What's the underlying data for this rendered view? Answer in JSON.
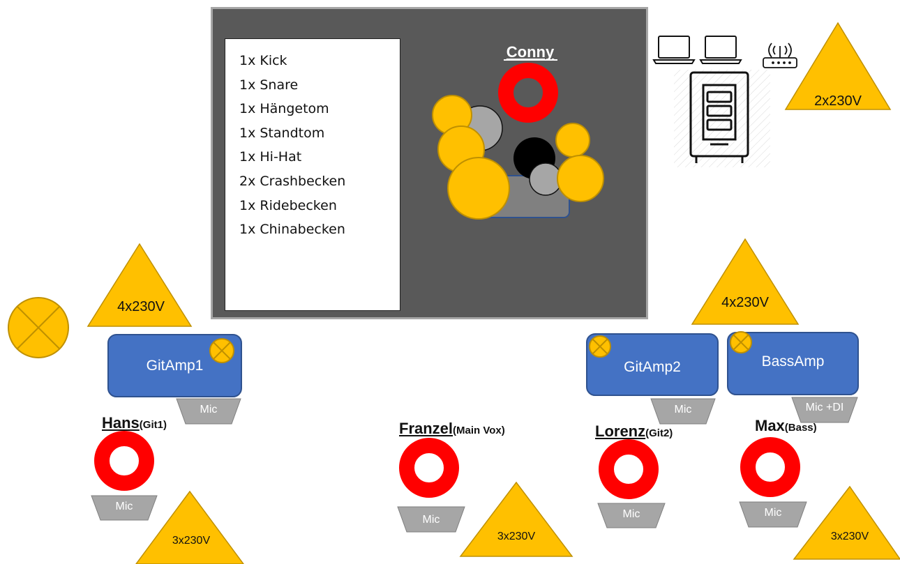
{
  "drum_riser": {
    "drummer_name": "Conny",
    "drum_list": [
      "1x Kick",
      "1x Snare",
      "1x Hängetom",
      "1x Standtom",
      "1x Hi-Hat",
      "2x Crashbecken",
      "1x Ridebecken",
      "1x Chinabecken"
    ]
  },
  "power": {
    "riser_right": "2x230V",
    "left_amp": "4x230V",
    "right_amps": "4x230V",
    "hans": "3x230V",
    "franzel": "3x230V",
    "max": "3x230V"
  },
  "amps": {
    "gitamp1": "GitAmp1",
    "gitamp2": "GitAmp2",
    "bassamp": "BassAmp"
  },
  "mics": {
    "gitamp1": "Mic",
    "gitamp2": "Mic",
    "bassamp": "Mic +DI",
    "hans": "Mic",
    "franzel": "Mic",
    "lorenz": "Mic",
    "max": "Mic"
  },
  "musicians": {
    "hans": {
      "name": "Hans",
      "role": "(Git1)"
    },
    "franzel": {
      "name": "Franzel",
      "role": "(Main Vox)"
    },
    "lorenz": {
      "name": "Lorenz",
      "role": "(Git2)"
    },
    "max": {
      "name": "Max",
      "role": "(Bass)"
    }
  },
  "colors": {
    "riser": "#595959",
    "amp": "#4472c4",
    "power": "#ffc000",
    "monitor_ring": "#ff0000",
    "mic_wedge": "#a6a6a6"
  },
  "icons": [
    "laptop-icon",
    "laptop-icon",
    "wifi-router-icon",
    "server-rack-icon",
    "lamp-icon"
  ]
}
